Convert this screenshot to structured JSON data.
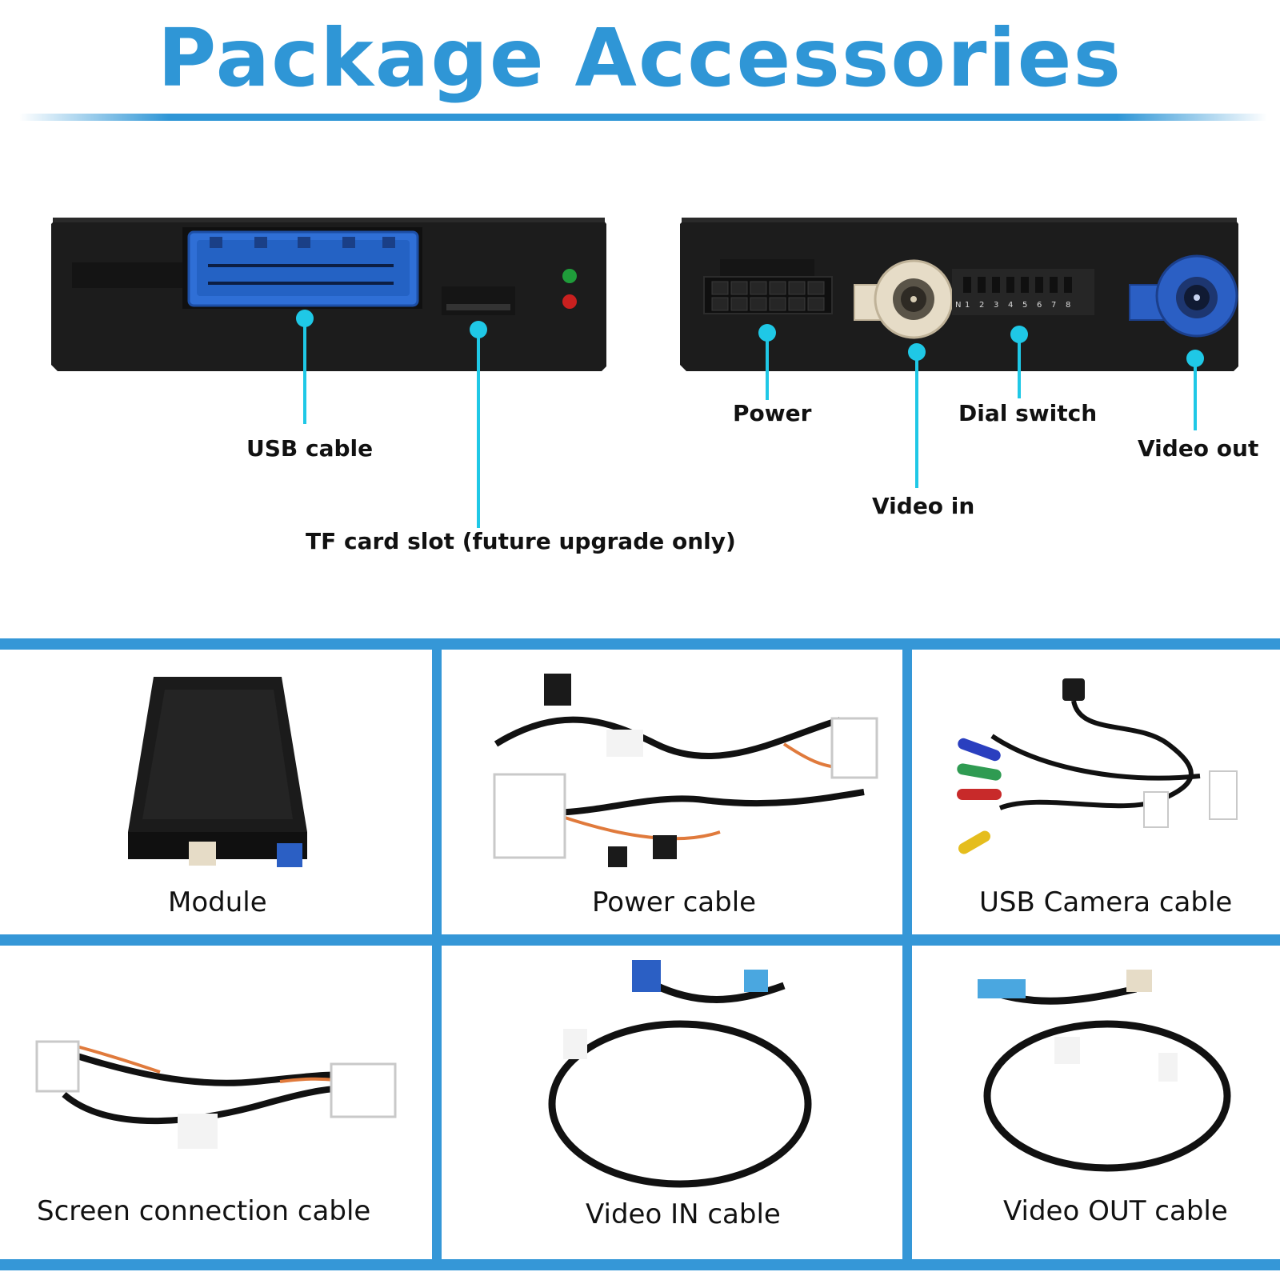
{
  "header": {
    "title": "Package Accessories"
  },
  "callouts": {
    "usb_cable": "USB cable",
    "tf_card_slot": "TF card slot (future upgrade only)",
    "power": "Power",
    "video_in": "Video in",
    "dial_switch": "Dial switch",
    "video_out": "Video out"
  },
  "dip_switch_numbers": [
    "N",
    "1",
    "2",
    "3",
    "4",
    "5",
    "6",
    "7",
    "8"
  ],
  "accessories": [
    {
      "label": "Module",
      "icon": "module-box"
    },
    {
      "label": "Power cable",
      "icon": "power-harness"
    },
    {
      "label": "USB Camera cable",
      "icon": "usb-camera-harness"
    },
    {
      "label": "Screen connection cable",
      "icon": "screen-harness"
    },
    {
      "label": "Video IN cable",
      "icon": "video-in-cable"
    },
    {
      "label": "Video OUT cable",
      "icon": "video-out-cable"
    }
  ],
  "colors": {
    "accent": "#2f96d6",
    "frame": "#3597d7",
    "pointer": "#1fc8e6",
    "device": "#1c1c1c"
  }
}
